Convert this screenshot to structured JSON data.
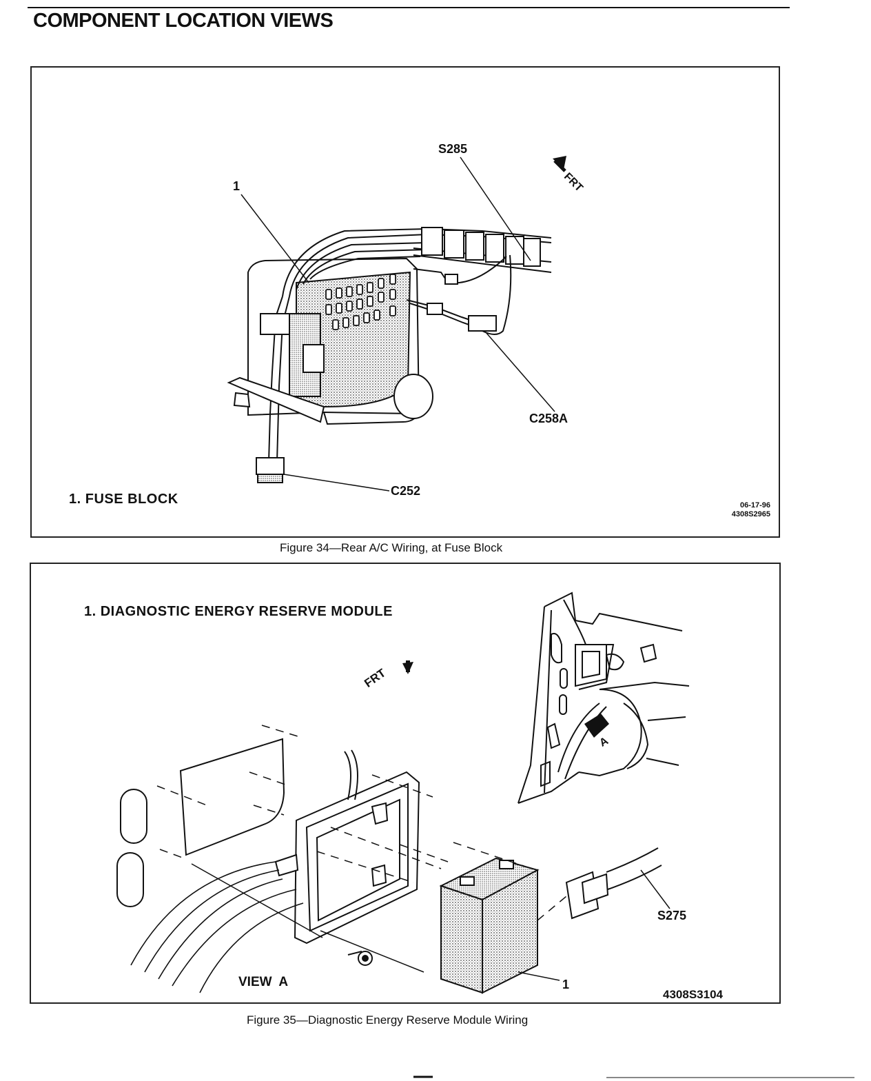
{
  "page": {
    "title": "COMPONENT LOCATION VIEWS"
  },
  "figure34": {
    "labels": {
      "s285": "S285",
      "callout1": "1",
      "frt": "FRT",
      "c258a": "C258A",
      "c252": "C252"
    },
    "legend": "1.  FUSE BLOCK",
    "date": "06-17-96",
    "code": "4308S2965",
    "caption": "Figure 34—Rear A/C Wiring, at Fuse Block"
  },
  "figure35": {
    "legend": "1.  DIAGNOSTIC ENERGY RESERVE MODULE",
    "labels": {
      "frt": "FRT",
      "view_marker": "A",
      "s275": "S275",
      "callout1": "1",
      "view_a": "VIEW  A"
    },
    "code": "4308S3104",
    "caption": "Figure 35—Diagnostic Energy Reserve Module Wiring"
  }
}
